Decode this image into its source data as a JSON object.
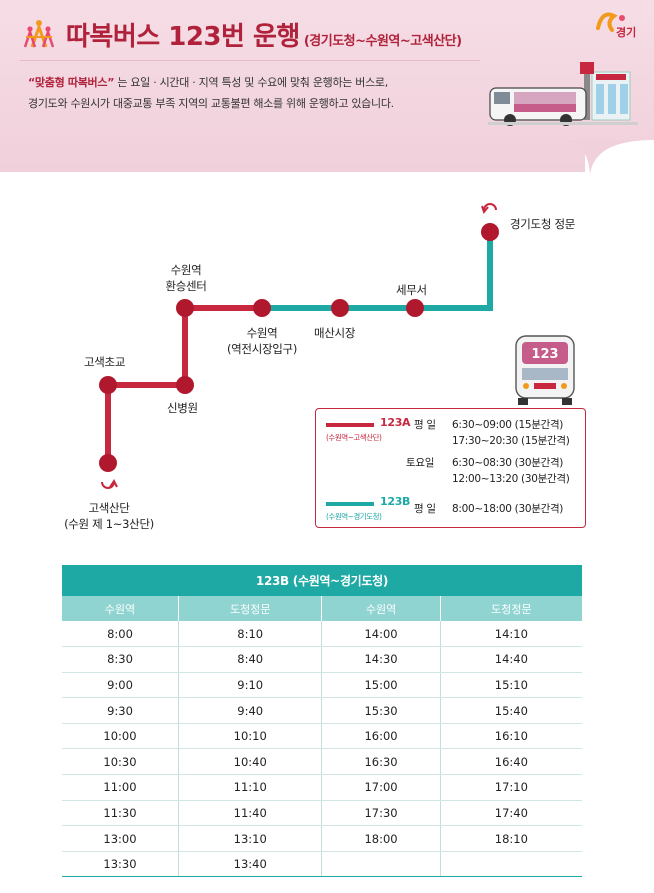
{
  "header": {
    "title_main": "따복버스 123번 운행",
    "title_sub": "(경기도청~수원역~고색산단)",
    "desc_highlight": "“맞춤형 따복버스”",
    "desc_line1_rest": " 는 요일 · 시간대 · 지역 특성 및 수요에 맞춰 운행하는 버스로,",
    "desc_line2": "경기도와 수원시가 대중교통 부족 지역의 교통불편 해소를 위해 운행하고 있습니다.",
    "logo_text": "경기"
  },
  "colors": {
    "route_a": "#c8283f",
    "route_b": "#1ea9a5",
    "stop": "#b0192d",
    "title": "#b0223b"
  },
  "route": {
    "stops": {
      "gyeonggi_office": "경기도청 정문",
      "semuseo": "세무서",
      "maesan_market": "매산시장",
      "suwon_station_line1": "수원역",
      "suwon_station_line2": "(역전시장입구)",
      "suwon_transfer_line1": "수원역",
      "suwon_transfer_line2": "환승센터",
      "sinbyeongwon": "신병원",
      "gosaek_school": "고색초교",
      "gosaek_complex_line1": "고색산단",
      "gosaek_complex_line2": "(수원 제 1~3산단)"
    },
    "bus_number": "123"
  },
  "legend": {
    "a_label": "123A",
    "a_sub": "(수원역~고색산단)",
    "a_day1": "평 일",
    "a_time1": "6:30~09:00 (15분간격)",
    "a_time2": "17:30~20:30 (15분간격)",
    "a_day2": "토요일",
    "a_time3": "6:30~08:30 (30분간격)",
    "a_time4": "12:00~13:20 (30분간격)",
    "b_label": "123B",
    "b_sub": "(수원역~경기도청)",
    "b_day1": "평 일",
    "b_time1": "8:00~18:00 (30분간격)"
  },
  "timetable": {
    "title": "123B (수원역~경기도청)",
    "headers": [
      "수원역",
      "도청정문",
      "수원역",
      "도청정문"
    ],
    "rows": [
      [
        "8:00",
        "8:10",
        "14:00",
        "14:10"
      ],
      [
        "8:30",
        "8:40",
        "14:30",
        "14:40"
      ],
      [
        "9:00",
        "9:10",
        "15:00",
        "15:10"
      ],
      [
        "9:30",
        "9:40",
        "15:30",
        "15:40"
      ],
      [
        "10:00",
        "10:10",
        "16:00",
        "16:10"
      ],
      [
        "10:30",
        "10:40",
        "16:30",
        "16:40"
      ],
      [
        "11:00",
        "11:10",
        "17:00",
        "17:10"
      ],
      [
        "11:30",
        "11:40",
        "17:30",
        "17:40"
      ],
      [
        "13:00",
        "13:10",
        "18:00",
        "18:10"
      ],
      [
        "13:30",
        "13:40",
        "",
        ""
      ]
    ]
  }
}
